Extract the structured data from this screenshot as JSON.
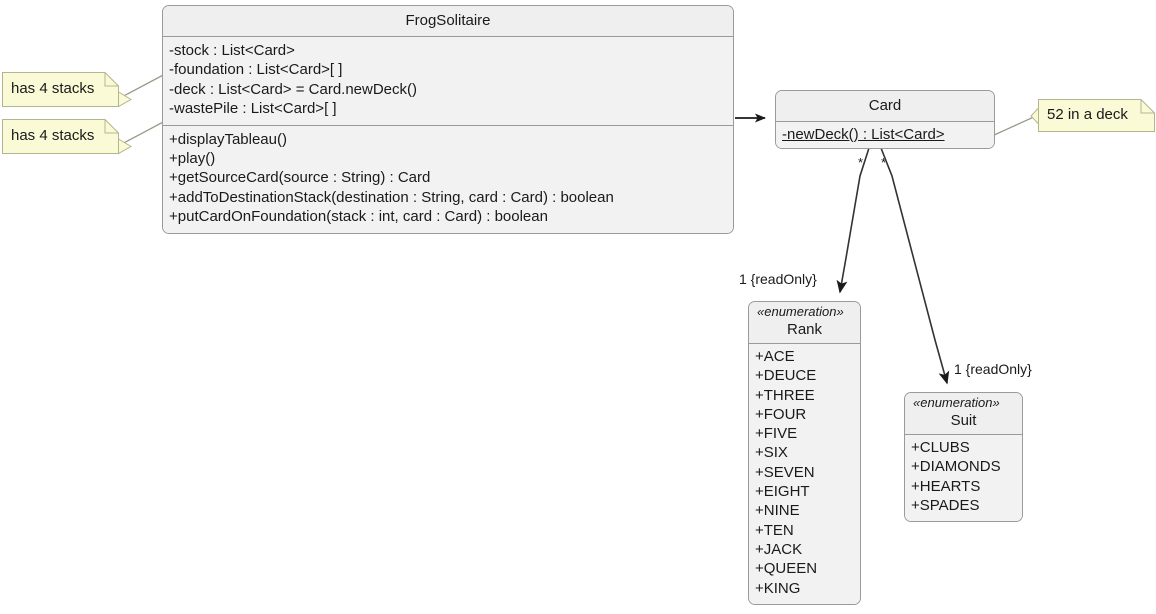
{
  "diagram": {
    "type": "uml-class-diagram",
    "background": "#ffffff",
    "box_fill": "#f2f2f2",
    "box_stroke": "#9a9a9a",
    "note_fill": "#fafad7",
    "note_stroke": "#b5b58d",
    "edge_stroke": "#333333"
  },
  "classes": {
    "frog_solitaire": {
      "name": "FrogSolitaire",
      "attributes": [
        "-stock : List<Card>",
        "-foundation : List<Card>[ ]",
        "-deck : List<Card> = Card.newDeck()",
        "-wastePile : List<Card>[ ]"
      ],
      "methods": [
        "+displayTableau()",
        "+play()",
        "+getSourceCard(source : String) : Card",
        "+addToDestinationStack(destination : String, card : Card) : boolean",
        "+putCardOnFoundation(stack : int, card : Card) : boolean"
      ]
    },
    "card": {
      "name": "Card",
      "methods": [
        "-newDeck() : List<Card>"
      ]
    }
  },
  "enumerations": {
    "rank": {
      "stereotype": "«enumeration»",
      "name": "Rank",
      "values": [
        "+ACE",
        "+DEUCE",
        "+THREE",
        "+FOUR",
        "+FIVE",
        "+SIX",
        "+SEVEN",
        "+EIGHT",
        "+NINE",
        "+TEN",
        "+JACK",
        "+QUEEN",
        "+KING"
      ]
    },
    "suit": {
      "stereotype": "«enumeration»",
      "name": "Suit",
      "values": [
        "+CLUBS",
        "+DIAMONDS",
        "+HEARTS",
        "+SPADES"
      ]
    }
  },
  "notes": {
    "foundation_note": {
      "text": "has 4 stacks"
    },
    "waste_note": {
      "text": "has 4 stacks"
    },
    "deck_note": {
      "text": "52 in a deck"
    }
  },
  "edge_labels": {
    "card_rank_source": "*",
    "card_suit_source": "*",
    "rank_target": "1 {readOnly}",
    "suit_target": "1 {readOnly}"
  }
}
